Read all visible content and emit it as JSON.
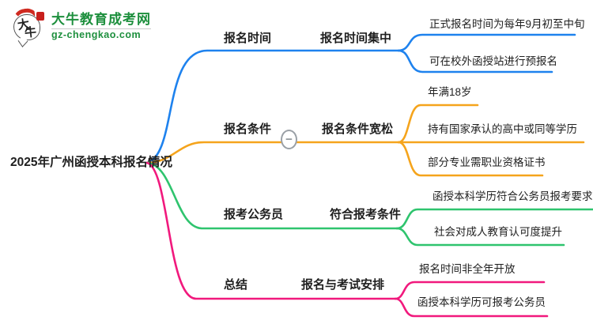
{
  "page": {
    "background": "#ffffff"
  },
  "logo": {
    "icon_chars_top": "大",
    "icon_chars_bottom": "牛",
    "title": "大牛教育成考网",
    "domain": "gz-chengkao.com",
    "brand_green": "#1d8f3d",
    "seal_red": "#c8201d"
  },
  "root": {
    "label": "2025年广州函授本科报名情况"
  },
  "collapse": {
    "symbol": "−"
  },
  "colors": {
    "branch1": "#1e82ee",
    "branch2": "#f5a41c",
    "branch3": "#2fc46e",
    "branch4": "#f1197d",
    "text": "#1f1f1f",
    "collapse_border": "#9aa0a6"
  },
  "branches": [
    {
      "label": "报名时间",
      "topic": "报名时间集中",
      "leaves": [
        "正式报名时间为每年9月初至中旬",
        "可在校外函授站进行预报名"
      ]
    },
    {
      "label": "报名条件",
      "topic": "报名条件宽松",
      "leaves": [
        "年满18岁",
        "持有国家承认的高中或同等学历",
        "部分专业需职业资格证书"
      ]
    },
    {
      "label": "报考公务员",
      "topic": "符合报考条件",
      "leaves": [
        "函授本科学历符合公务员报考要求",
        "社会对成人教育认可度提升"
      ]
    },
    {
      "label": "总结",
      "topic": "报名与考试安排",
      "leaves": [
        "报名时间非全年开放",
        "函授本科学历可报考公务员"
      ]
    }
  ]
}
